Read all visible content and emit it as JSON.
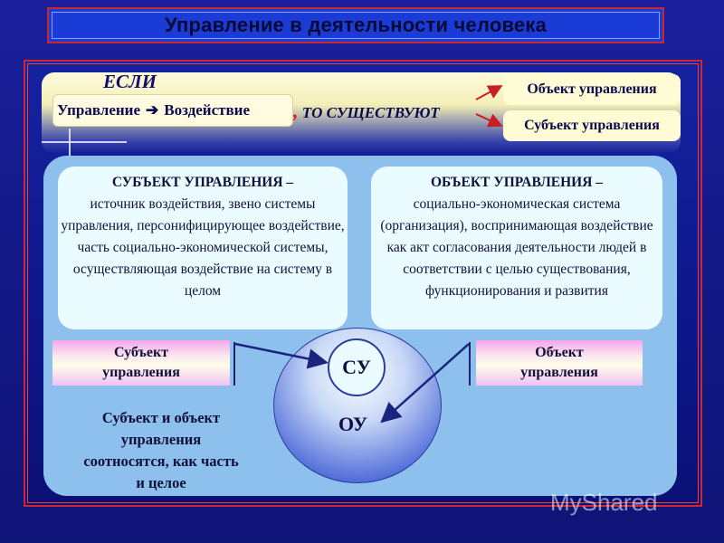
{
  "header": {
    "title": "Управление в деятельности человека"
  },
  "top": {
    "if_label": "ЕСЛИ",
    "management": "Управление",
    "arrow": "➔",
    "impact": "Воздействие",
    "comma": ",",
    "then_exist": "ТО СУЩЕСТВУЮТ",
    "object_pill": "Объект управления",
    "subject_pill": "Субъект управления"
  },
  "subject_definition": {
    "head": "СУБЪЕКТ УПРАВЛЕНИЯ –",
    "body": "источник воздействия, звено системы управления, персонифицирующее воздействие, часть социально-экономической системы, осуществляющая воздействие на систему в целом"
  },
  "object_definition": {
    "head": "ОБЪЕКТ УПРАВЛЕНИЯ –",
    "body": "социально-экономическая система (организация), воспринимающая воздействие как акт согласования деятельности людей в соответствии с целью существования, функционирования и развития"
  },
  "labels": {
    "subject_line1": "Субъект",
    "subject_line2": "управления",
    "object_line1": "Объект",
    "object_line2": "управления"
  },
  "circles": {
    "inner": "СУ",
    "outer": "ОУ"
  },
  "relation": "Субъект и объект управления соотносятся, как часть и целое",
  "watermark": "MyShared",
  "colors": {
    "accent_red": "#d2262c",
    "title_blue": "#1a3bd6",
    "panel_blue": "#8ec0ee"
  }
}
